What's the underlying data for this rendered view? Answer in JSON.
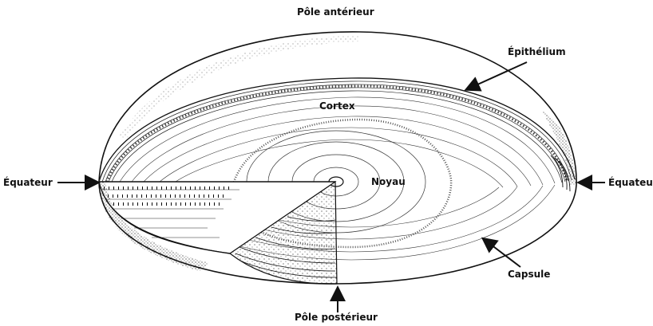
{
  "labels": {
    "pole_anterieur": "Pôle antérieur",
    "epithelium": "Épithélium",
    "cortex": "Cortex",
    "noyau": "Noyau",
    "equateur_left": "Équateur",
    "equateur_right": "Équateur",
    "capsule": "Capsule",
    "pole_posterieur": "Pôle postérieur"
  },
  "colors": {
    "ink": "#111111",
    "background": "#ffffff"
  }
}
